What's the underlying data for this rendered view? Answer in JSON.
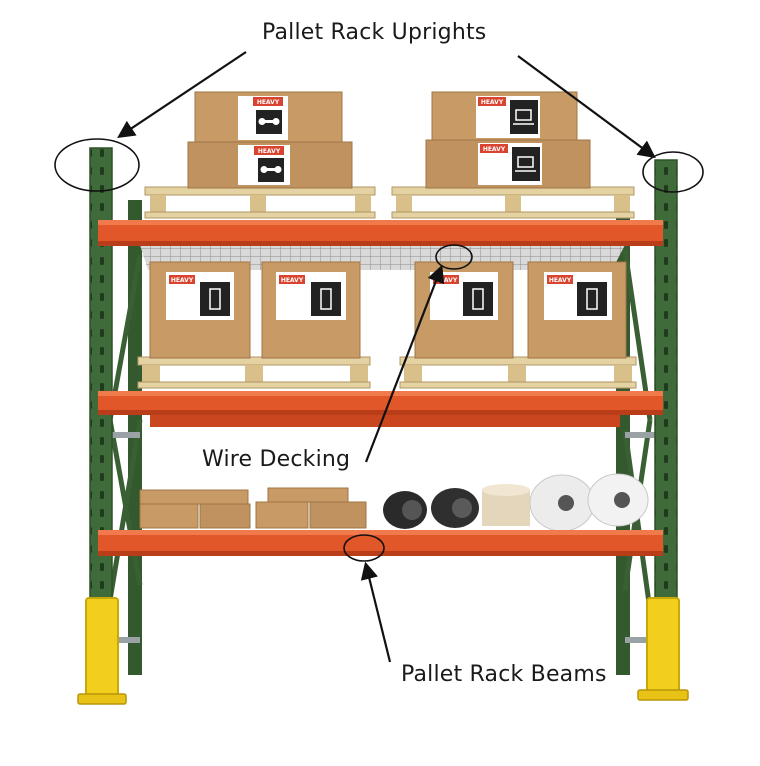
{
  "labels": {
    "uprights": "Pallet Rack Uprights",
    "decking": "Wire Decking",
    "beams": "Pallet Rack Beams"
  },
  "box_label": "HEAVY",
  "colors": {
    "upright_green": "#3f6b3a",
    "beam_orange": "#e2572a",
    "base_yellow": "#f2cf1c",
    "cardboard": "#c79a66",
    "pallet_wood": "#e5d2a3",
    "label_badge": "#d8442f"
  },
  "icons": [
    "dumbbell-icon",
    "laptop-icon",
    "battery-icon"
  ]
}
